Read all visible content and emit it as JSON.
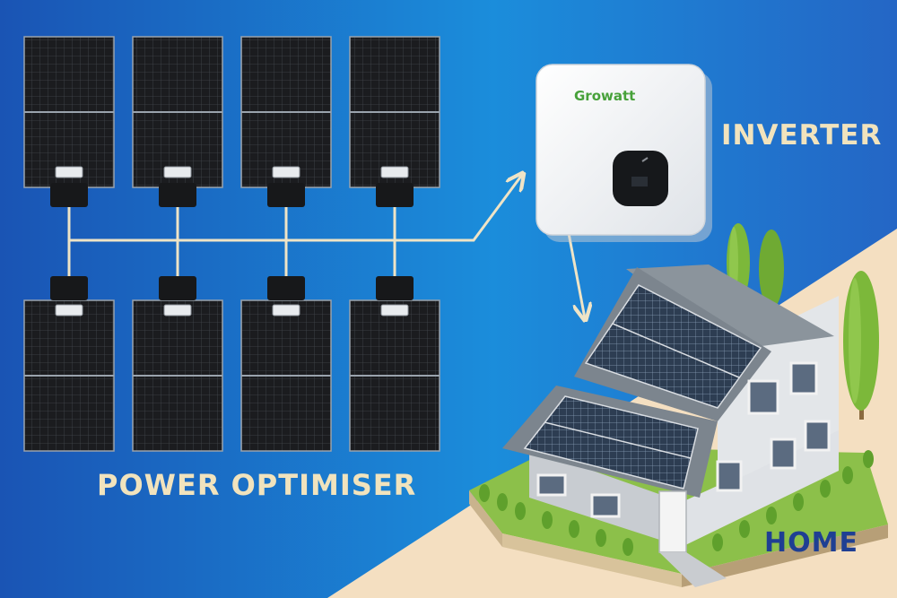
{
  "labels": {
    "optimiser": "POWER OPTIMISER",
    "inverter": "INVERTER",
    "home": "HOME",
    "brand": "Growatt"
  },
  "colors": {
    "bg_light": "#1b8ddb",
    "bg_dark": "#1a54b4",
    "sand": "#f4dfc1",
    "label": "#f1e3bd",
    "home_label": "#1f3f93",
    "wire": "#efe4c6",
    "panel": "#1b1c1f",
    "roof": "#7c858e",
    "wall": "#d5d8dc",
    "tree": "#7cb83a",
    "brand": "#47a13a"
  },
  "icons": [
    "solar-panel-icon",
    "power-optimiser-icon",
    "inverter-icon",
    "house-icon",
    "tree-icon",
    "arrow-icon"
  ]
}
